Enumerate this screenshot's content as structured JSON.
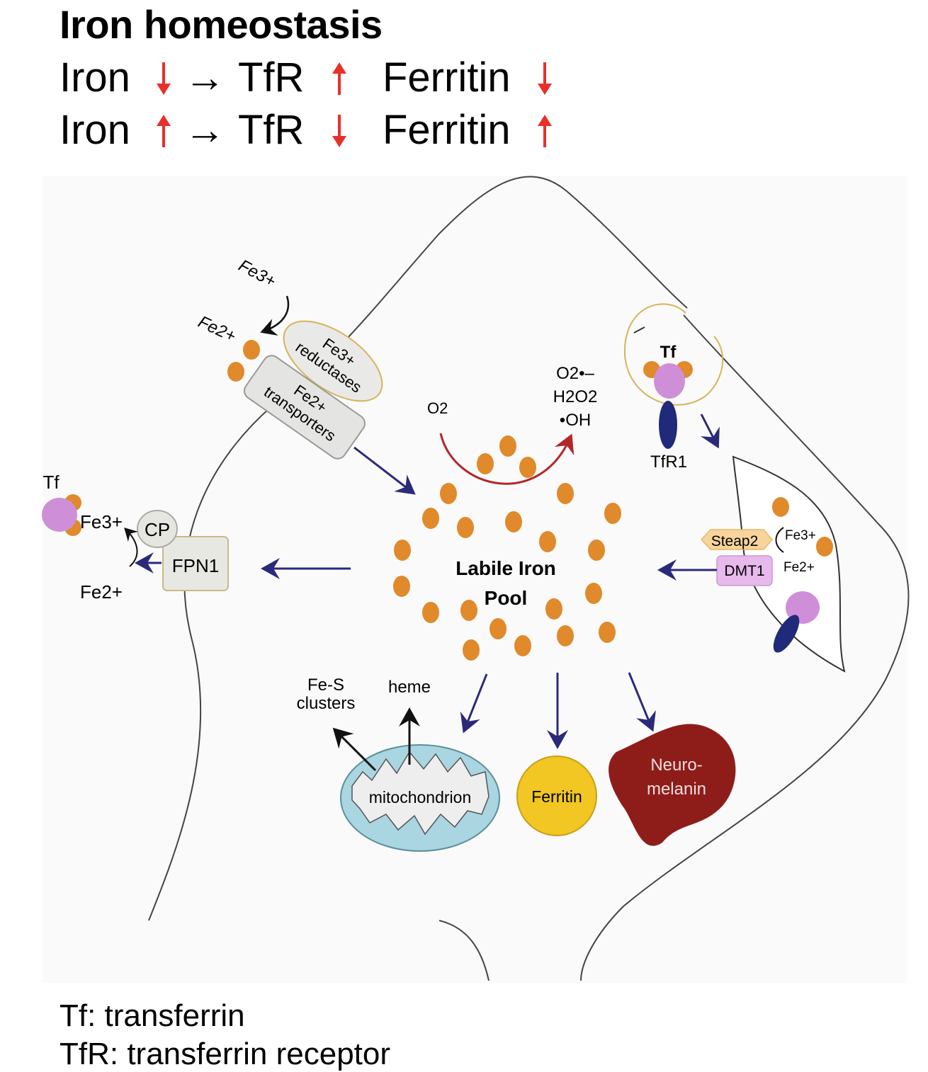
{
  "header": {
    "title": "Iron homeostasis",
    "rules": [
      {
        "iron": "Iron",
        "iron_dir": "down",
        "implies": "→",
        "tfr": "TfR",
        "tfr_dir": "up",
        "ferritin": "Ferritin",
        "ferritin_dir": "down"
      },
      {
        "iron": "Iron",
        "iron_dir": "up",
        "implies": "→",
        "tfr": "TfR",
        "tfr_dir": "down",
        "ferritin": "Ferritin",
        "ferritin_dir": "up"
      }
    ],
    "arrow_color": "#e8302a"
  },
  "diagram": {
    "fe3_top": "Fe3+",
    "fe2_top": "Fe2+",
    "reductases": [
      "Fe3+",
      "reductases"
    ],
    "transporters": [
      "Fe2+",
      "transporters"
    ],
    "o2": "O2",
    "ros": [
      "O2•–",
      "H2O2",
      "•OH"
    ],
    "tf_right": "Tf",
    "tfr1": "TfR1",
    "steap2": "Steap2",
    "dmt1": "DMT1",
    "endo_fe3": "Fe3+",
    "endo_fe2": "Fe2+",
    "tf_left": "Tf",
    "fe3_left": "Fe3+",
    "cp": "CP",
    "fpn1": "FPN1",
    "fe2_left": "Fe2+",
    "pool": [
      "Labile Iron",
      "Pool"
    ],
    "fes": [
      "Fe-S",
      "clusters"
    ],
    "heme": "heme",
    "mito": "mitochondrion",
    "ferritin": "Ferritin",
    "neuromelanin": [
      "Neuro-",
      "melanin"
    ],
    "colors": {
      "iron": "#e08a2c",
      "arrow": "#2b2a7a",
      "ros_arrow": "#b3262a",
      "transferrin": "#cf8fd8",
      "receptor": "#1f2a7a",
      "ferritin": "#f2c623",
      "neuromelanin": "#8e1d1a",
      "mito": "#a9d6e0"
    }
  },
  "legend": {
    "items": [
      "Tf: transferrin",
      "TfR: transferrin receptor"
    ]
  }
}
